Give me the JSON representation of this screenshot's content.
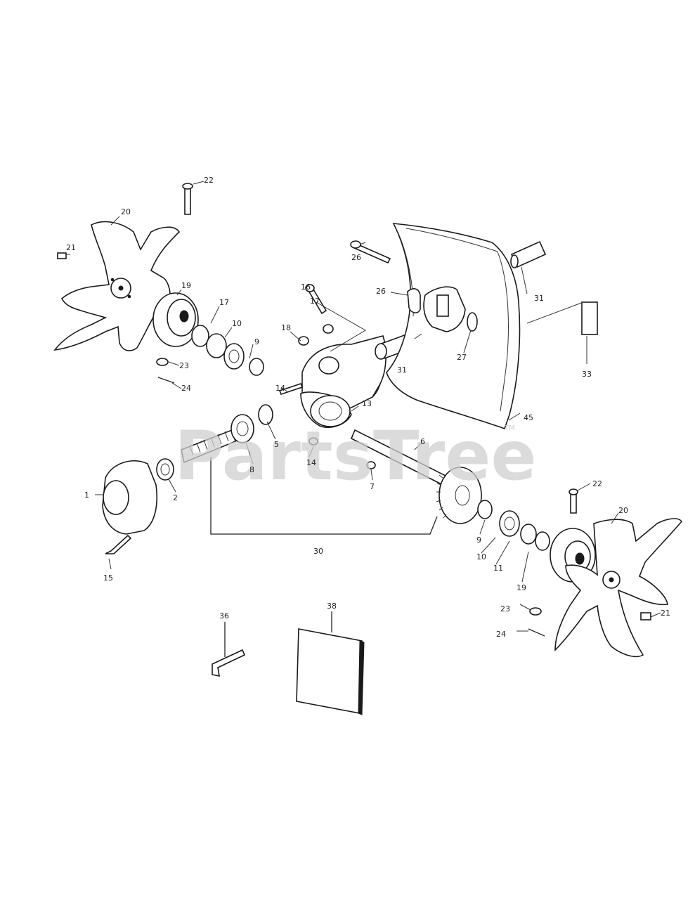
{
  "watermark": {
    "text": "PartsTree",
    "trademark": "TM"
  },
  "callouts": {
    "c20a": "20",
    "c21a": "21",
    "c22a": "22",
    "c19a": "19",
    "c17": "17",
    "c10a": "10",
    "c9": "9",
    "c23a": "23",
    "c24a": "24",
    "c26a": "26",
    "c16": "16",
    "c17b": "17",
    "c18": "18",
    "c26b": "26",
    "c27": "27",
    "c31a": "31",
    "c31b": "31",
    "c33": "33",
    "c45": "45",
    "c14a": "14",
    "c13": "13",
    "c5": "5",
    "c14b": "14",
    "c6": "6",
    "c7": "7",
    "c1": "1",
    "c2": "2",
    "c8": "8",
    "c15": "15",
    "c30": "30",
    "c22b": "22",
    "c20b": "20",
    "c9b": "9",
    "c10b": "10",
    "c11": "11",
    "c19b": "19",
    "c23b": "23",
    "c21b": "21",
    "c24b": "24",
    "c36": "36",
    "c38": "38"
  }
}
